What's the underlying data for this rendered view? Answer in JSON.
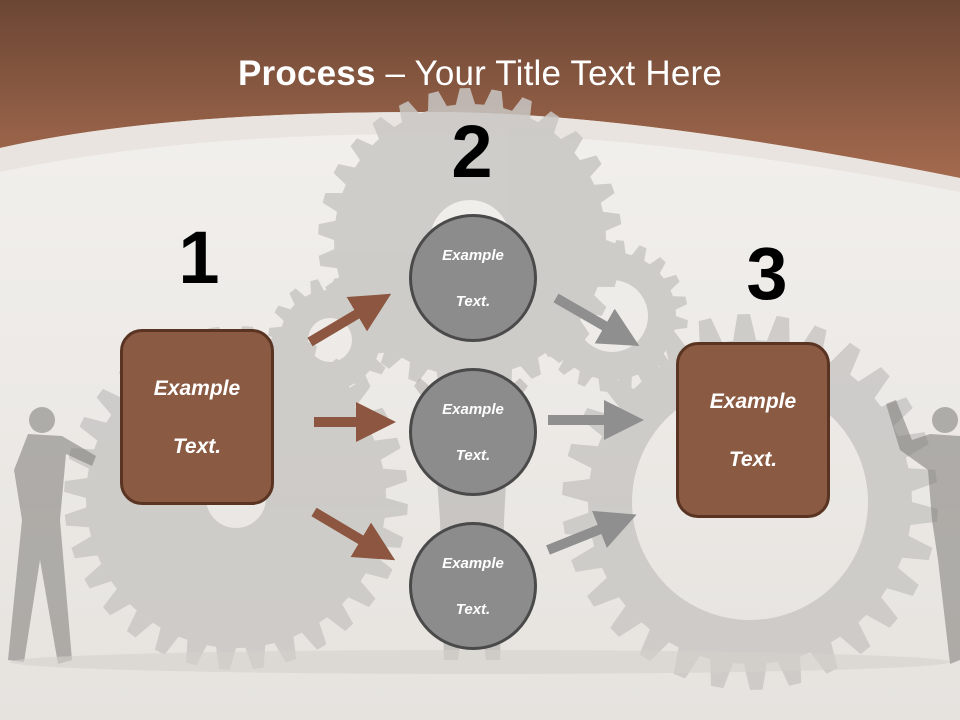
{
  "title": {
    "bold": "Process",
    "dash": " – ",
    "rest": "Your Title Text Here"
  },
  "numbers": [
    "1",
    "2",
    "3"
  ],
  "box_left": {
    "line1": "Example",
    "line2": "Text."
  },
  "box_right": {
    "line1": "Example",
    "line2": "Text."
  },
  "circles": [
    {
      "line1": "Example",
      "line2": "Text."
    },
    {
      "line1": "Example",
      "line2": "Text."
    },
    {
      "line1": "Example",
      "line2": "Text."
    }
  ],
  "colors": {
    "header_brown": "#8e5a41",
    "box_fill": "#8a5a43",
    "box_border": "#5a3422",
    "circle_fill": "#8c8c8c",
    "circle_border": "#4a4a4a",
    "arrow_brown": "#8c5640",
    "arrow_gray": "#8f8f8f",
    "gear_gray": "#c9c7c4"
  }
}
